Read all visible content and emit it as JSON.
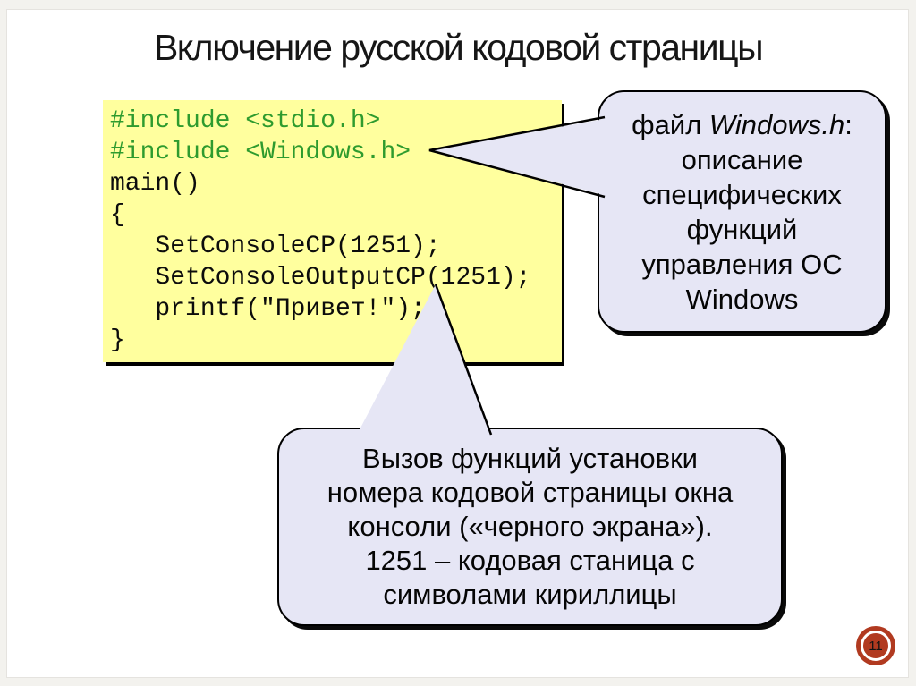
{
  "slide": {
    "title": "Включение русской кодовой страницы",
    "page_number": "11"
  },
  "code_block": {
    "lines": [
      {
        "text": "#include <stdio.h>",
        "cls": "pp"
      },
      {
        "text": "#include <Windows.h>",
        "cls": "pp"
      },
      {
        "text": "main()",
        "cls": "plain"
      },
      {
        "text": "{",
        "cls": "plain"
      },
      {
        "text": "   SetConsoleCP(1251);",
        "cls": "plain"
      },
      {
        "text": "   SetConsoleOutputCP(1251);",
        "cls": "plain"
      },
      {
        "text": "   printf(\"Привет!\");",
        "cls": "plain"
      },
      {
        "text": "}",
        "cls": "plain"
      }
    ]
  },
  "callout_windows": {
    "line1_prefix": "файл ",
    "line1_italic": "Windows.h",
    "line1_suffix": ":",
    "lines": [
      "описание",
      "специфических",
      "функций",
      "управления ОС",
      "Windows"
    ]
  },
  "callout_console": {
    "lines": [
      "Вызов функций установки",
      "номера кодовой страницы окна",
      "консоли («черного экрана»).",
      "1251 – кодовая станица с",
      "символами кириллицы"
    ]
  },
  "colors": {
    "code_bg": "#FFFF9E",
    "bubble_bg": "#E6E6F5",
    "pp_green": "#2E9B2E",
    "badge_red": "#B13A20"
  }
}
